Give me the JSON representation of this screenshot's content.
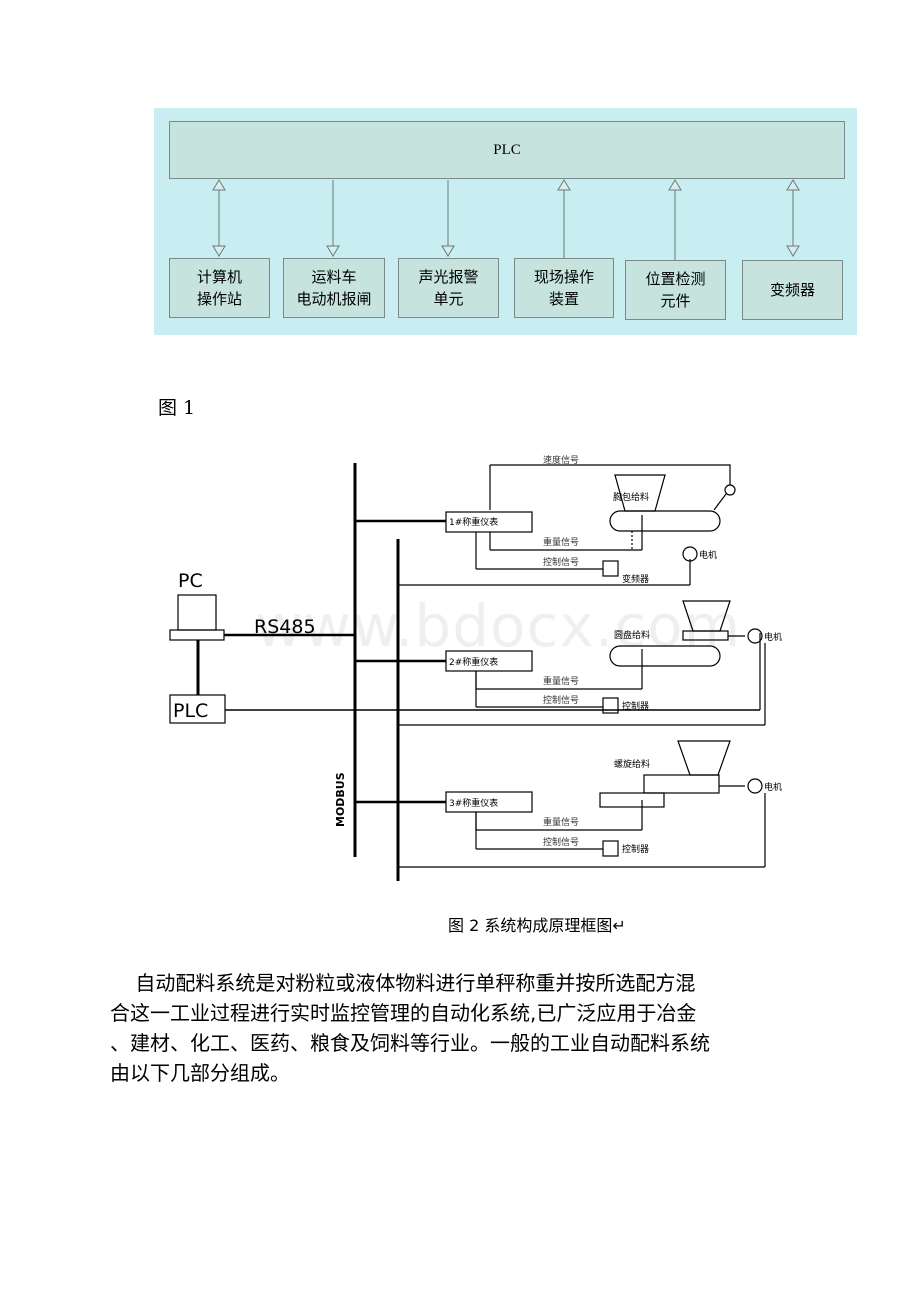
{
  "figure1": {
    "plc_label": "PLC",
    "boxes": [
      {
        "label": "计算机\n操作站"
      },
      {
        "label": "运料车\n电动机报闸"
      },
      {
        "label": "声光报警\n单元"
      },
      {
        "label": "现场操作\n装置"
      },
      {
        "label": "位置检测\n元件"
      },
      {
        "label": "变频器"
      }
    ],
    "caption": "图 1"
  },
  "figure2": {
    "pc_label": "PC",
    "rs485_label": "RS485",
    "plc_label": "PLC",
    "modbus_label": "MODBUS",
    "feeder1": {
      "meter": "1#称重仪表",
      "speed": "速度信号",
      "weight": "重量信号",
      "control": "控制信号",
      "device": "变频器",
      "feeder": "胸包给料",
      "motor": "电机"
    },
    "feeder2": {
      "meter": "2#称重仪表",
      "weight": "重量信号",
      "control": "控制信号",
      "device": "控制器",
      "feeder": "圆盘给料",
      "motor": "电机"
    },
    "feeder3": {
      "meter": "3#称重仪表",
      "weight": "重量信号",
      "control": "控制信号",
      "device": "控制器",
      "feeder": "螺旋给料",
      "motor": "电机"
    },
    "caption": "图 2  系统构成原理框图↵",
    "watermark": "www.bdocx.com"
  },
  "paragraph": {
    "lines": [
      "    自动配料系统是对粉粒或液体物料进行单秤称重并按所选配方混",
      "合这一工业过程进行实时监控管理的自动化系统,已广泛应用于冶金",
      "、建材、化工、医药、粮食及饲料等行业。一般的工业自动配料系统",
      "由以下几部分组成。"
    ]
  }
}
